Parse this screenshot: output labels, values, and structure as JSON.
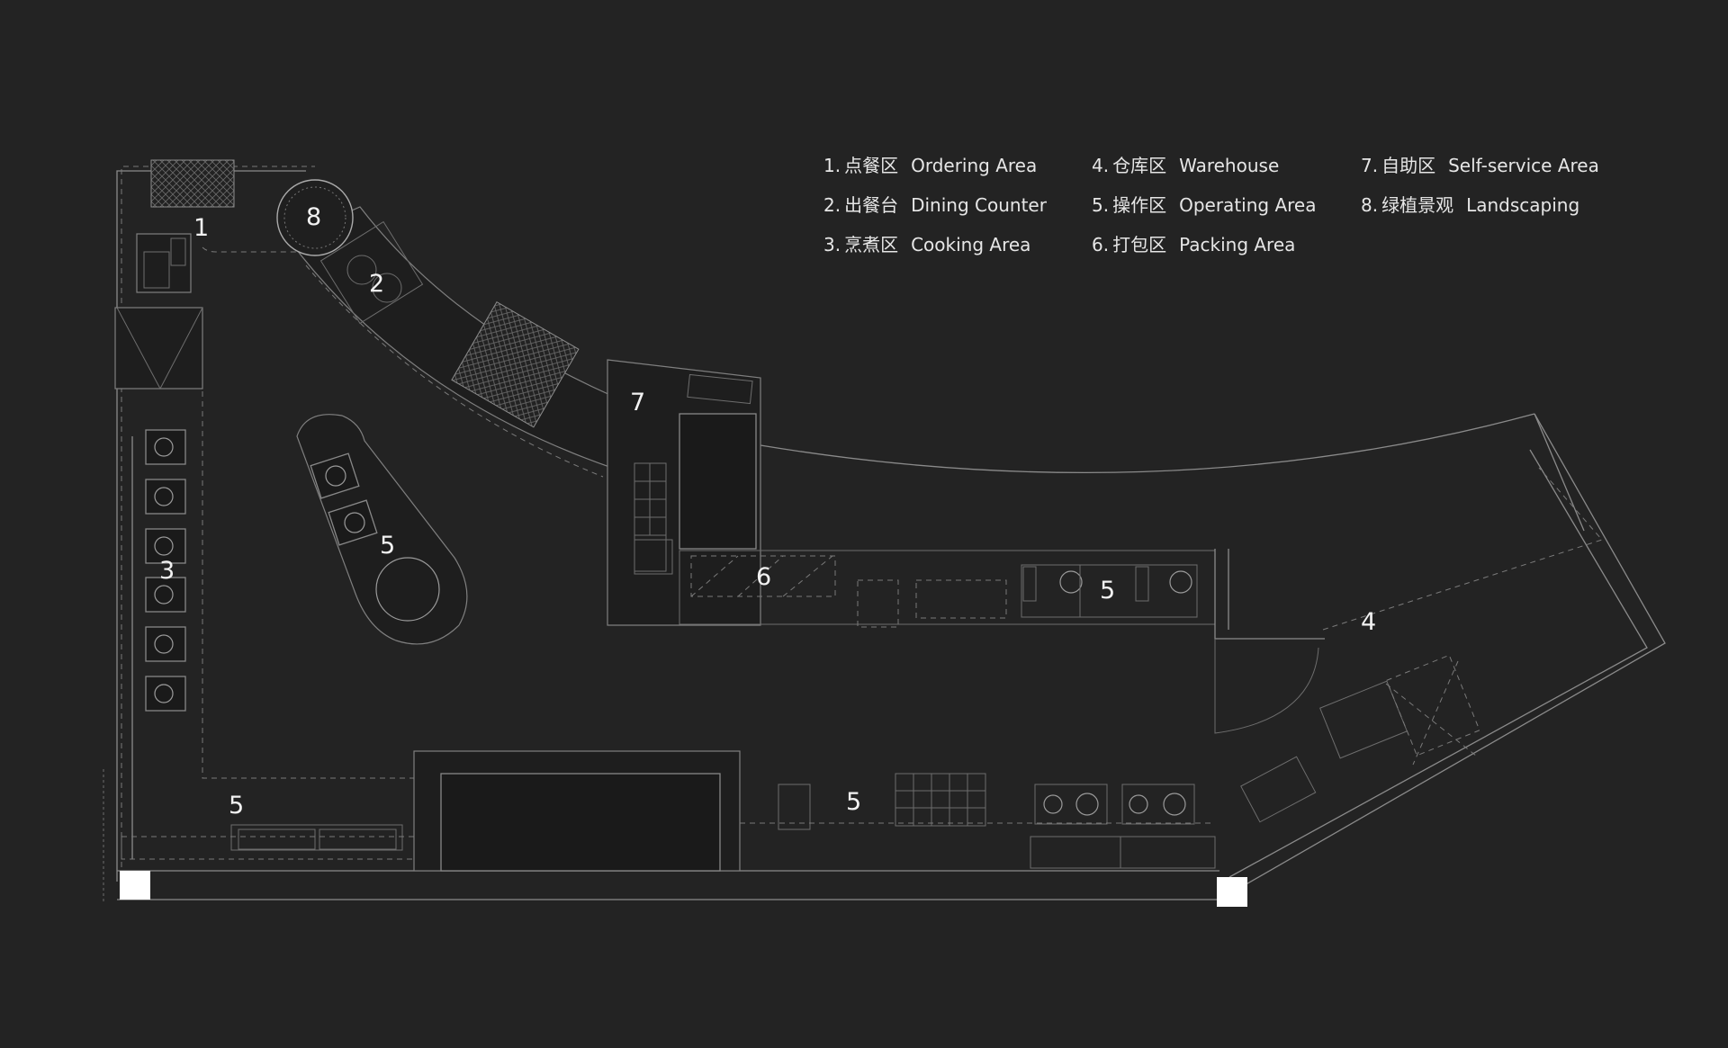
{
  "legend": [
    {
      "num": "1.",
      "cn": "点餐区",
      "en": "Ordering Area"
    },
    {
      "num": "2.",
      "cn": "出餐台",
      "en": "Dining Counter"
    },
    {
      "num": "3.",
      "cn": "烹煮区",
      "en": "Cooking Area"
    },
    {
      "num": "4.",
      "cn": "仓库区",
      "en": "Warehouse"
    },
    {
      "num": "5.",
      "cn": "操作区",
      "en": "Operating Area"
    },
    {
      "num": "6.",
      "cn": "打包区",
      "en": "Packing Area"
    },
    {
      "num": "7.",
      "cn": "自助区",
      "en": "Self-service Area"
    },
    {
      "num": "8.",
      "cn": "绿植景观",
      "en": "Landscaping"
    }
  ],
  "zone_labels": {
    "ordering": "1",
    "dining_counter": "2",
    "cooking": "3",
    "warehouse": "4",
    "operating_island": "5",
    "operating_bottom_left": "5",
    "operating_bottom_mid": "5",
    "operating_right": "5",
    "packing": "6",
    "self_service": "7",
    "landscaping": "8"
  }
}
